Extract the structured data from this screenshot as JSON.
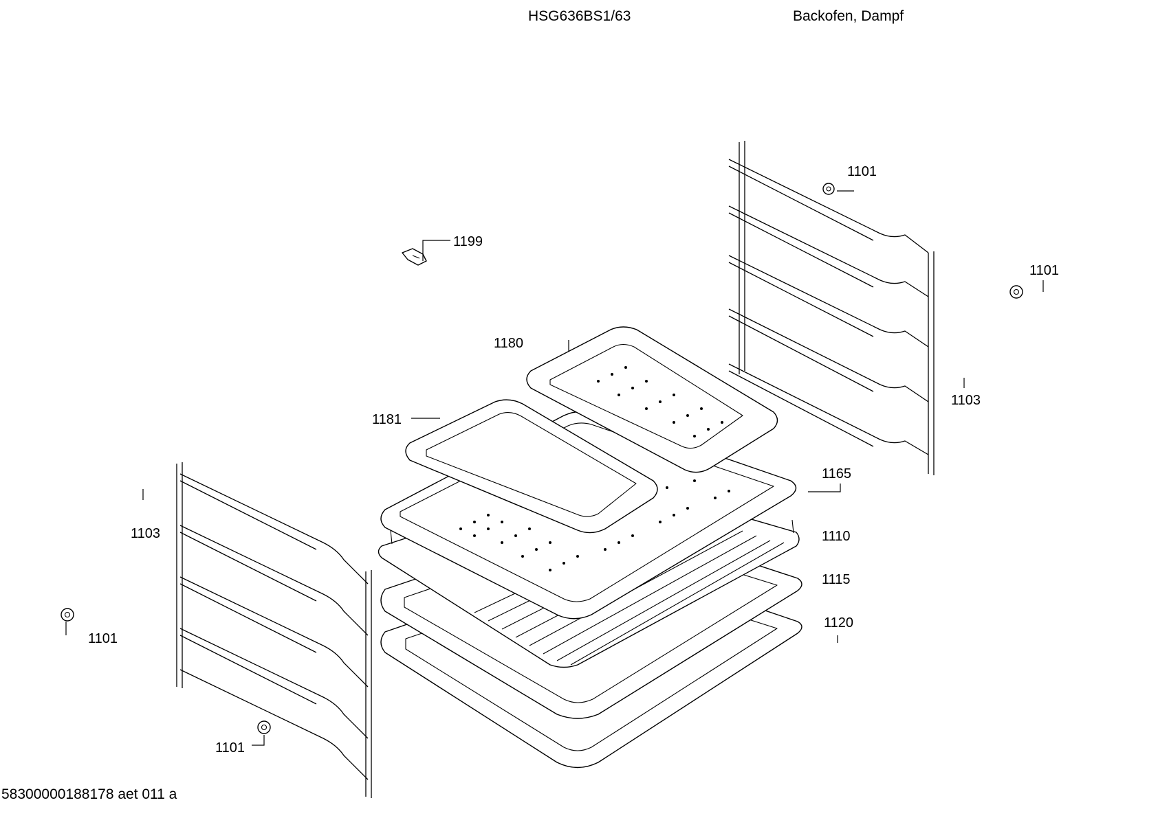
{
  "header": {
    "model": "HSG636BS1/63",
    "description": "Backofen, Dampf"
  },
  "footer": {
    "doc_code": "58300000188178 aet 011 a"
  },
  "callouts": {
    "c1101_top": "1101",
    "c1101_right": "1101",
    "c1101_left": "1101",
    "c1101_bottom": "1101",
    "c1103_right": "1103",
    "c1103_left": "1103",
    "c1199": "1199",
    "c1180": "1180",
    "c1181": "1181",
    "c1165": "1165",
    "c1110": "1110",
    "c1115": "1115",
    "c1120": "1120"
  }
}
